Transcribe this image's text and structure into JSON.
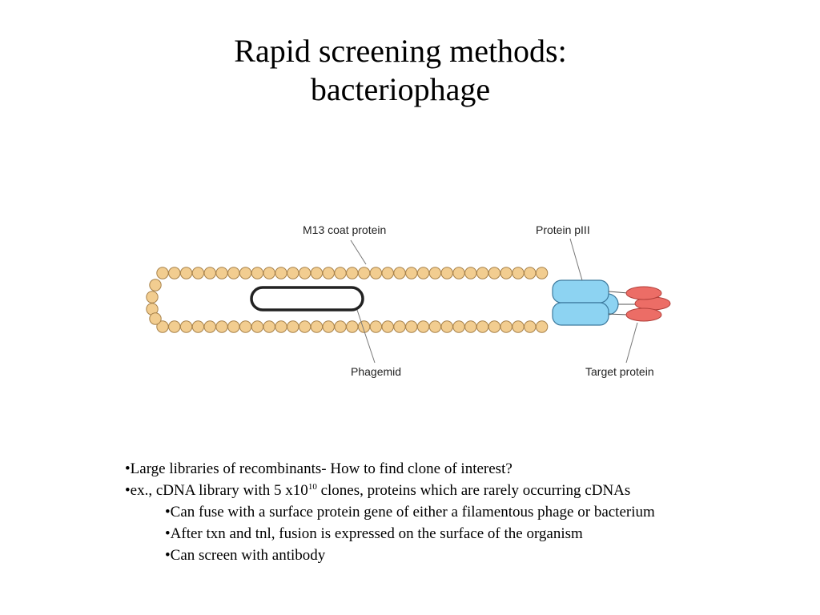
{
  "slide": {
    "title_line1": "Rapid screening methods:",
    "title_line2": "bacteriophage"
  },
  "diagram": {
    "labels": {
      "coat_protein": "M13 coat protein",
      "protein_piii": "Protein pIII",
      "phagemid": "Phagemid",
      "target_protein": "Target protein"
    },
    "colors": {
      "coat_bead_fill": "#f2cd90",
      "coat_bead_stroke": "#a8824a",
      "piii_fill": "#8dd3f2",
      "piii_stroke": "#3d7a9e",
      "target_fill": "#ec6d66",
      "target_stroke": "#b13f3a",
      "phagemid_stroke": "#222222",
      "leader_line": "#777777"
    }
  },
  "bullets": {
    "b1": "•Large libraries of recombinants- How to find clone of interest?",
    "b2_pre": "•ex., cDNA library with 5 x10",
    "b2_sup": "10",
    "b2_post": " clones, proteins which are rarely occurring cDNAs",
    "b3": "•Can fuse with a surface protein gene of either a filamentous phage or bacterium",
    "b4": "•After txn and tnl, fusion is expressed on the surface of the organism",
    "b5": "•Can screen with antibody"
  }
}
